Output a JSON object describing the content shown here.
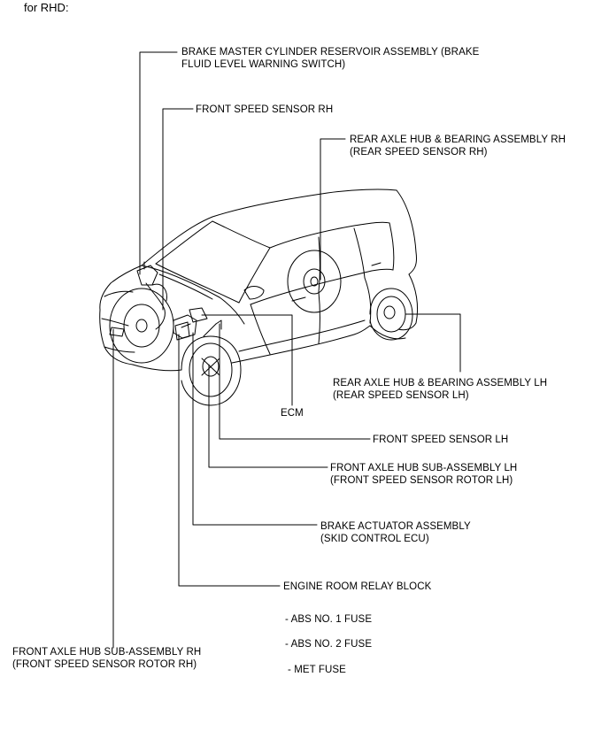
{
  "header": {
    "text": "for RHD:"
  },
  "labels": {
    "brake_master_cylinder": {
      "line1": "BRAKE MASTER CYLINDER RESERVOIR ASSEMBLY (BRAKE",
      "line2": "FLUID LEVEL WARNING SWITCH)"
    },
    "front_speed_sensor_rh": {
      "line1": "FRONT SPEED SENSOR RH"
    },
    "rear_axle_hub_rh": {
      "line1": "REAR AXLE HUB & BEARING ASSEMBLY RH",
      "line2": "(REAR SPEED SENSOR RH)"
    },
    "rear_axle_hub_lh": {
      "line1": "REAR AXLE HUB & BEARING ASSEMBLY LH",
      "line2": "(REAR SPEED SENSOR LH)"
    },
    "ecm": {
      "line1": "ECM"
    },
    "front_speed_sensor_lh": {
      "line1": "FRONT SPEED SENSOR LH"
    },
    "front_axle_hub_lh": {
      "line1": "FRONT AXLE HUB SUB-ASSEMBLY LH",
      "line2": "(FRONT SPEED SENSOR ROTOR LH)"
    },
    "brake_actuator": {
      "line1": "BRAKE ACTUATOR ASSEMBLY",
      "line2": "(SKID CONTROL ECU)"
    },
    "engine_room_relay_block": {
      "line1": "ENGINE ROOM RELAY BLOCK"
    },
    "front_axle_hub_rh": {
      "line1": "FRONT AXLE HUB SUB-ASSEMBLY RH",
      "line2": "(FRONT SPEED SENSOR ROTOR RH)"
    }
  },
  "fuses": [
    "- ABS NO. 1 FUSE",
    "- ABS NO. 2 FUSE",
    "- MET FUSE"
  ]
}
